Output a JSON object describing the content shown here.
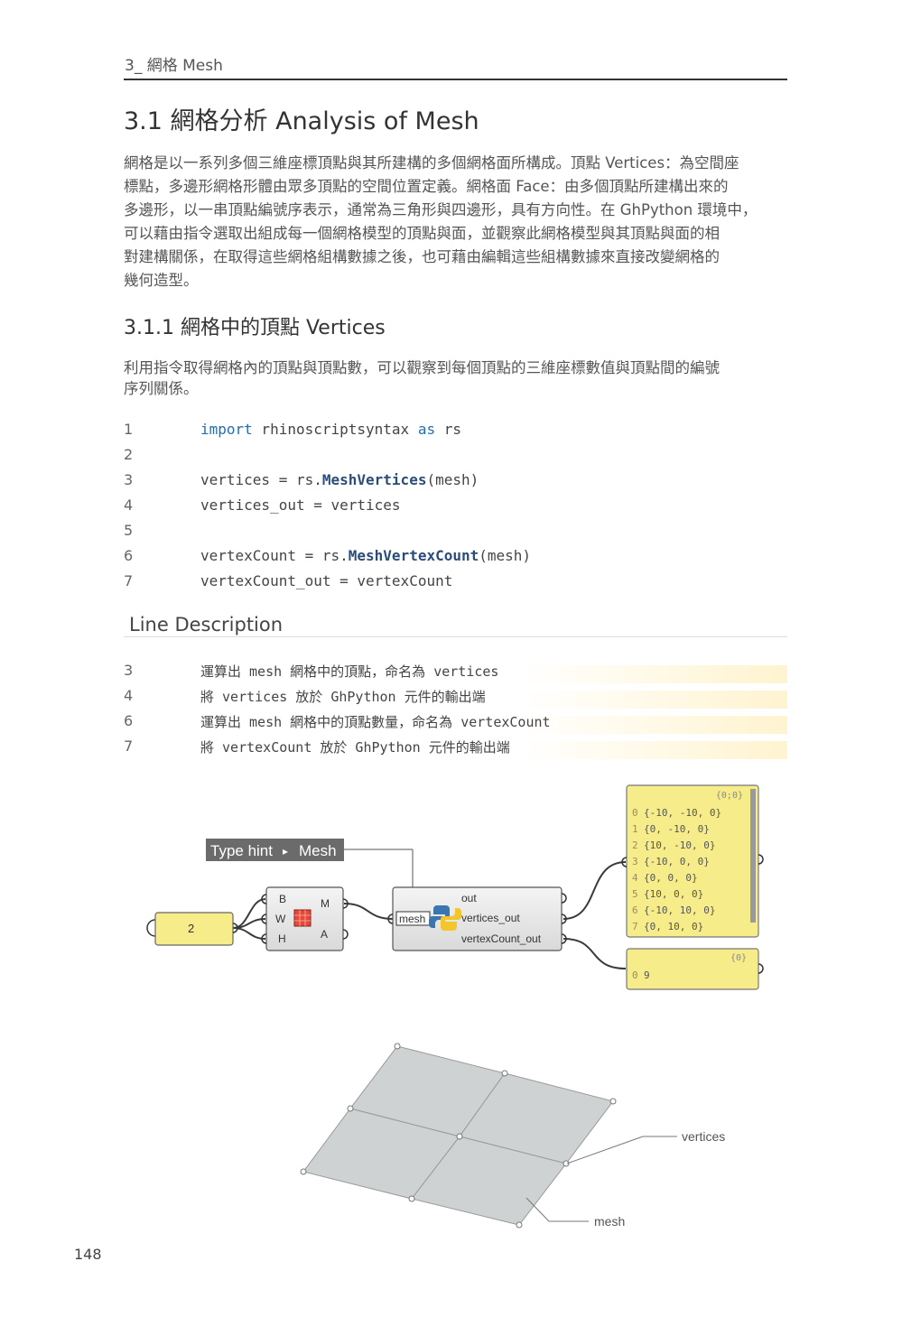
{
  "header": {
    "chapter": "3_ 網格 Mesh"
  },
  "section": {
    "title": "3.1 網格分析  Analysis of Mesh"
  },
  "intro": {
    "lines": [
      "網格是以一系列多個三維座標頂點與其所建構的多個網格面所構成。頂點 Vertices：為空間座",
      "標點，多邊形網格形體由眾多頂點的空間位置定義。網格面 Face：由多個頂點所建構出來的",
      "多邊形，以一串頂點編號序表示，通常為三角形與四邊形，具有方向性。在 GhPython 環境中，",
      "可以藉由指令選取出組成每一個網格模型的頂點與面，並觀察此網格模型與其頂點與面的相",
      "對建構關係，在取得這些網格組構數據之後，也可藉由編輯這些組構數據來直接改變網格的",
      "幾何造型。"
    ]
  },
  "subsection": {
    "title": "3.1.1 網格中的頂點  Vertices",
    "intro_lines": [
      "利用指令取得網格內的頂點與頂點數，可以觀察到每個頂點的三維座標數值與頂點間的編號",
      "序列關係。"
    ]
  },
  "code": [
    {
      "n": "1",
      "a": "import",
      "b": " rhinoscriptsyntax ",
      "c": "as",
      "d": " rs",
      "type": "import"
    },
    {
      "n": "2",
      "text": "",
      "type": "plain"
    },
    {
      "n": "3",
      "pre": "vertices = rs.",
      "fn": "MeshVertices",
      "post": "(mesh)",
      "type": "call"
    },
    {
      "n": "4",
      "text": "vertices_out = vertices",
      "type": "plain"
    },
    {
      "n": "5",
      "text": "",
      "type": "plain"
    },
    {
      "n": "6",
      "pre": "vertexCount = rs.",
      "fn": "MeshVertexCount",
      "post": "(mesh)",
      "type": "call"
    },
    {
      "n": "7",
      "text": "vertexCount_out = vertexCount",
      "type": "plain"
    }
  ],
  "line_description": {
    "title": "Line Description",
    "rows": [
      {
        "n": "3",
        "text": "運算出 mesh 網格中的頂點，命名為 vertices"
      },
      {
        "n": "4",
        "text": "將 vertices 放於 GhPython 元件的輸出端"
      },
      {
        "n": "6",
        "text": "運算出 mesh 網格中的頂點數量，命名為 vertexCount"
      },
      {
        "n": "7",
        "text": "將 vertexCount 放於 GhPython 元件的輸出端"
      }
    ]
  },
  "grasshopper": {
    "type_hint": {
      "a": "Type hint",
      "arrow": "▸",
      "b": "Mesh"
    },
    "slider_value": "2",
    "plane_inputs": [
      "B",
      "W",
      "H"
    ],
    "plane_outputs": [
      "M",
      "A"
    ],
    "python_input": "mesh",
    "python_outputs": [
      "out",
      "vertices_out",
      "vertexCount_out"
    ],
    "panel_vertices": {
      "header": "{0;0}",
      "rows": [
        {
          "i": "0",
          "v": "{-10, -10, 0}"
        },
        {
          "i": "1",
          "v": "{0, -10, 0}"
        },
        {
          "i": "2",
          "v": "{10, -10, 0}"
        },
        {
          "i": "3",
          "v": "{-10, 0, 0}"
        },
        {
          "i": "4",
          "v": "{0, 0, 0}"
        },
        {
          "i": "5",
          "v": "{10, 0, 0}"
        },
        {
          "i": "6",
          "v": "{-10, 10, 0}"
        },
        {
          "i": "7",
          "v": "{0, 10, 0}"
        }
      ]
    },
    "panel_count": {
      "header": "{0}",
      "index": "0",
      "value": "9"
    }
  },
  "mesh_labels": {
    "vertices": "vertices",
    "mesh": "mesh"
  },
  "page_number": "148"
}
